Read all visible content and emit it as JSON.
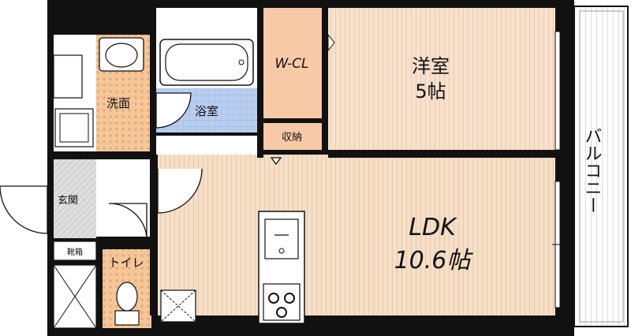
{
  "rooms": {
    "western": {
      "name": "洋室",
      "size": "5帖"
    },
    "ldk": {
      "name": "LDK",
      "size": "10.6帖"
    },
    "walk_in_closet": "W-CL",
    "storage": "収納",
    "bath": "浴室",
    "washroom": "洗面",
    "entrance": "玄関",
    "shoe_box": "靴箱",
    "toilet": "トイレ",
    "balcony": "バルコニー"
  },
  "colors": {
    "wall": "#111111",
    "ldk_floor": "#f6dfc7",
    "western_floor": "#f8e1cc",
    "closet_floor": "#f7c9a6",
    "bath_floor": "#b8cdf0",
    "wash_floor": "#f3c79a",
    "toilet_floor": "#f3c79a",
    "entrance_floor": "#d8d8d8"
  }
}
